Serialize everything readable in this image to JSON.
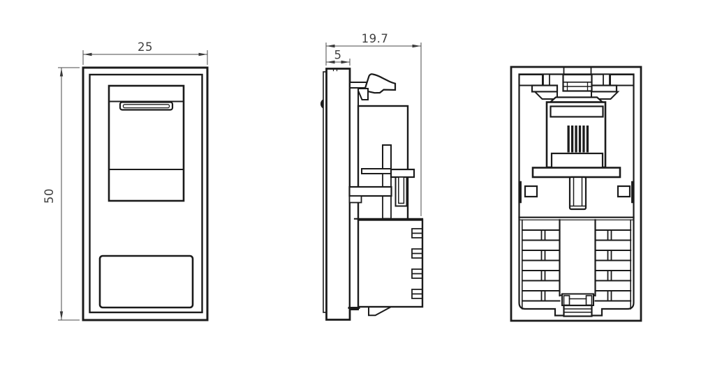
{
  "drawing": {
    "background_color": "#ffffff",
    "line_color": "#1b1b1b",
    "dimension_text_color": "#3f3f3f",
    "dimensions": {
      "front_width": "25",
      "front_height": "50",
      "side_total_depth": "19.7",
      "side_flange_depth": "5"
    }
  }
}
